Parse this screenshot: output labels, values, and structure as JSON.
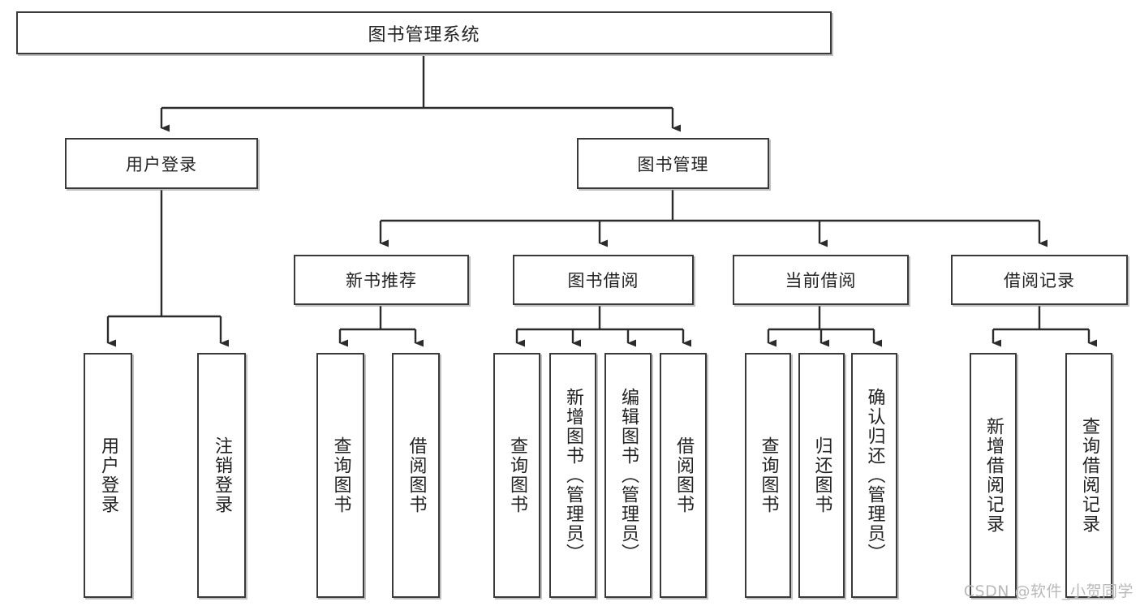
{
  "diagram": {
    "title": "图书管理系统",
    "type": "tree",
    "watermark": "CSDN @软件_小贺同学",
    "colors": {
      "box_border": "#3a3a3a",
      "box_fill": "#ffffff",
      "connector": "#2b2b2b",
      "text": "#222222",
      "watermark": "#b9b9b9"
    },
    "nodes": {
      "root": {
        "label": "图书管理系统"
      },
      "level2": [
        {
          "label": "用户登录"
        },
        {
          "label": "图书管理"
        }
      ],
      "level3": [
        {
          "label": "新书推荐"
        },
        {
          "label": "图书借阅"
        },
        {
          "label": "当前借阅"
        },
        {
          "label": "借阅记录"
        }
      ],
      "leaves": {
        "user_login": [
          {
            "label": "用户登录"
          },
          {
            "label": "注销登录"
          }
        ],
        "new_book_recommend": [
          {
            "label": "查询图书"
          },
          {
            "label": "借阅图书"
          }
        ],
        "book_borrow": [
          {
            "label": "查询图书"
          },
          {
            "label": "新增图书（管理员）"
          },
          {
            "label": "编辑图书（管理员）"
          },
          {
            "label": "借阅图书"
          }
        ],
        "current_borrow": [
          {
            "label": "查询图书"
          },
          {
            "label": "归还图书"
          },
          {
            "label": "确认归还（管理员）"
          }
        ],
        "borrow_record": [
          {
            "label": "新增借阅记录"
          },
          {
            "label": "查询借阅记录"
          }
        ]
      }
    }
  }
}
